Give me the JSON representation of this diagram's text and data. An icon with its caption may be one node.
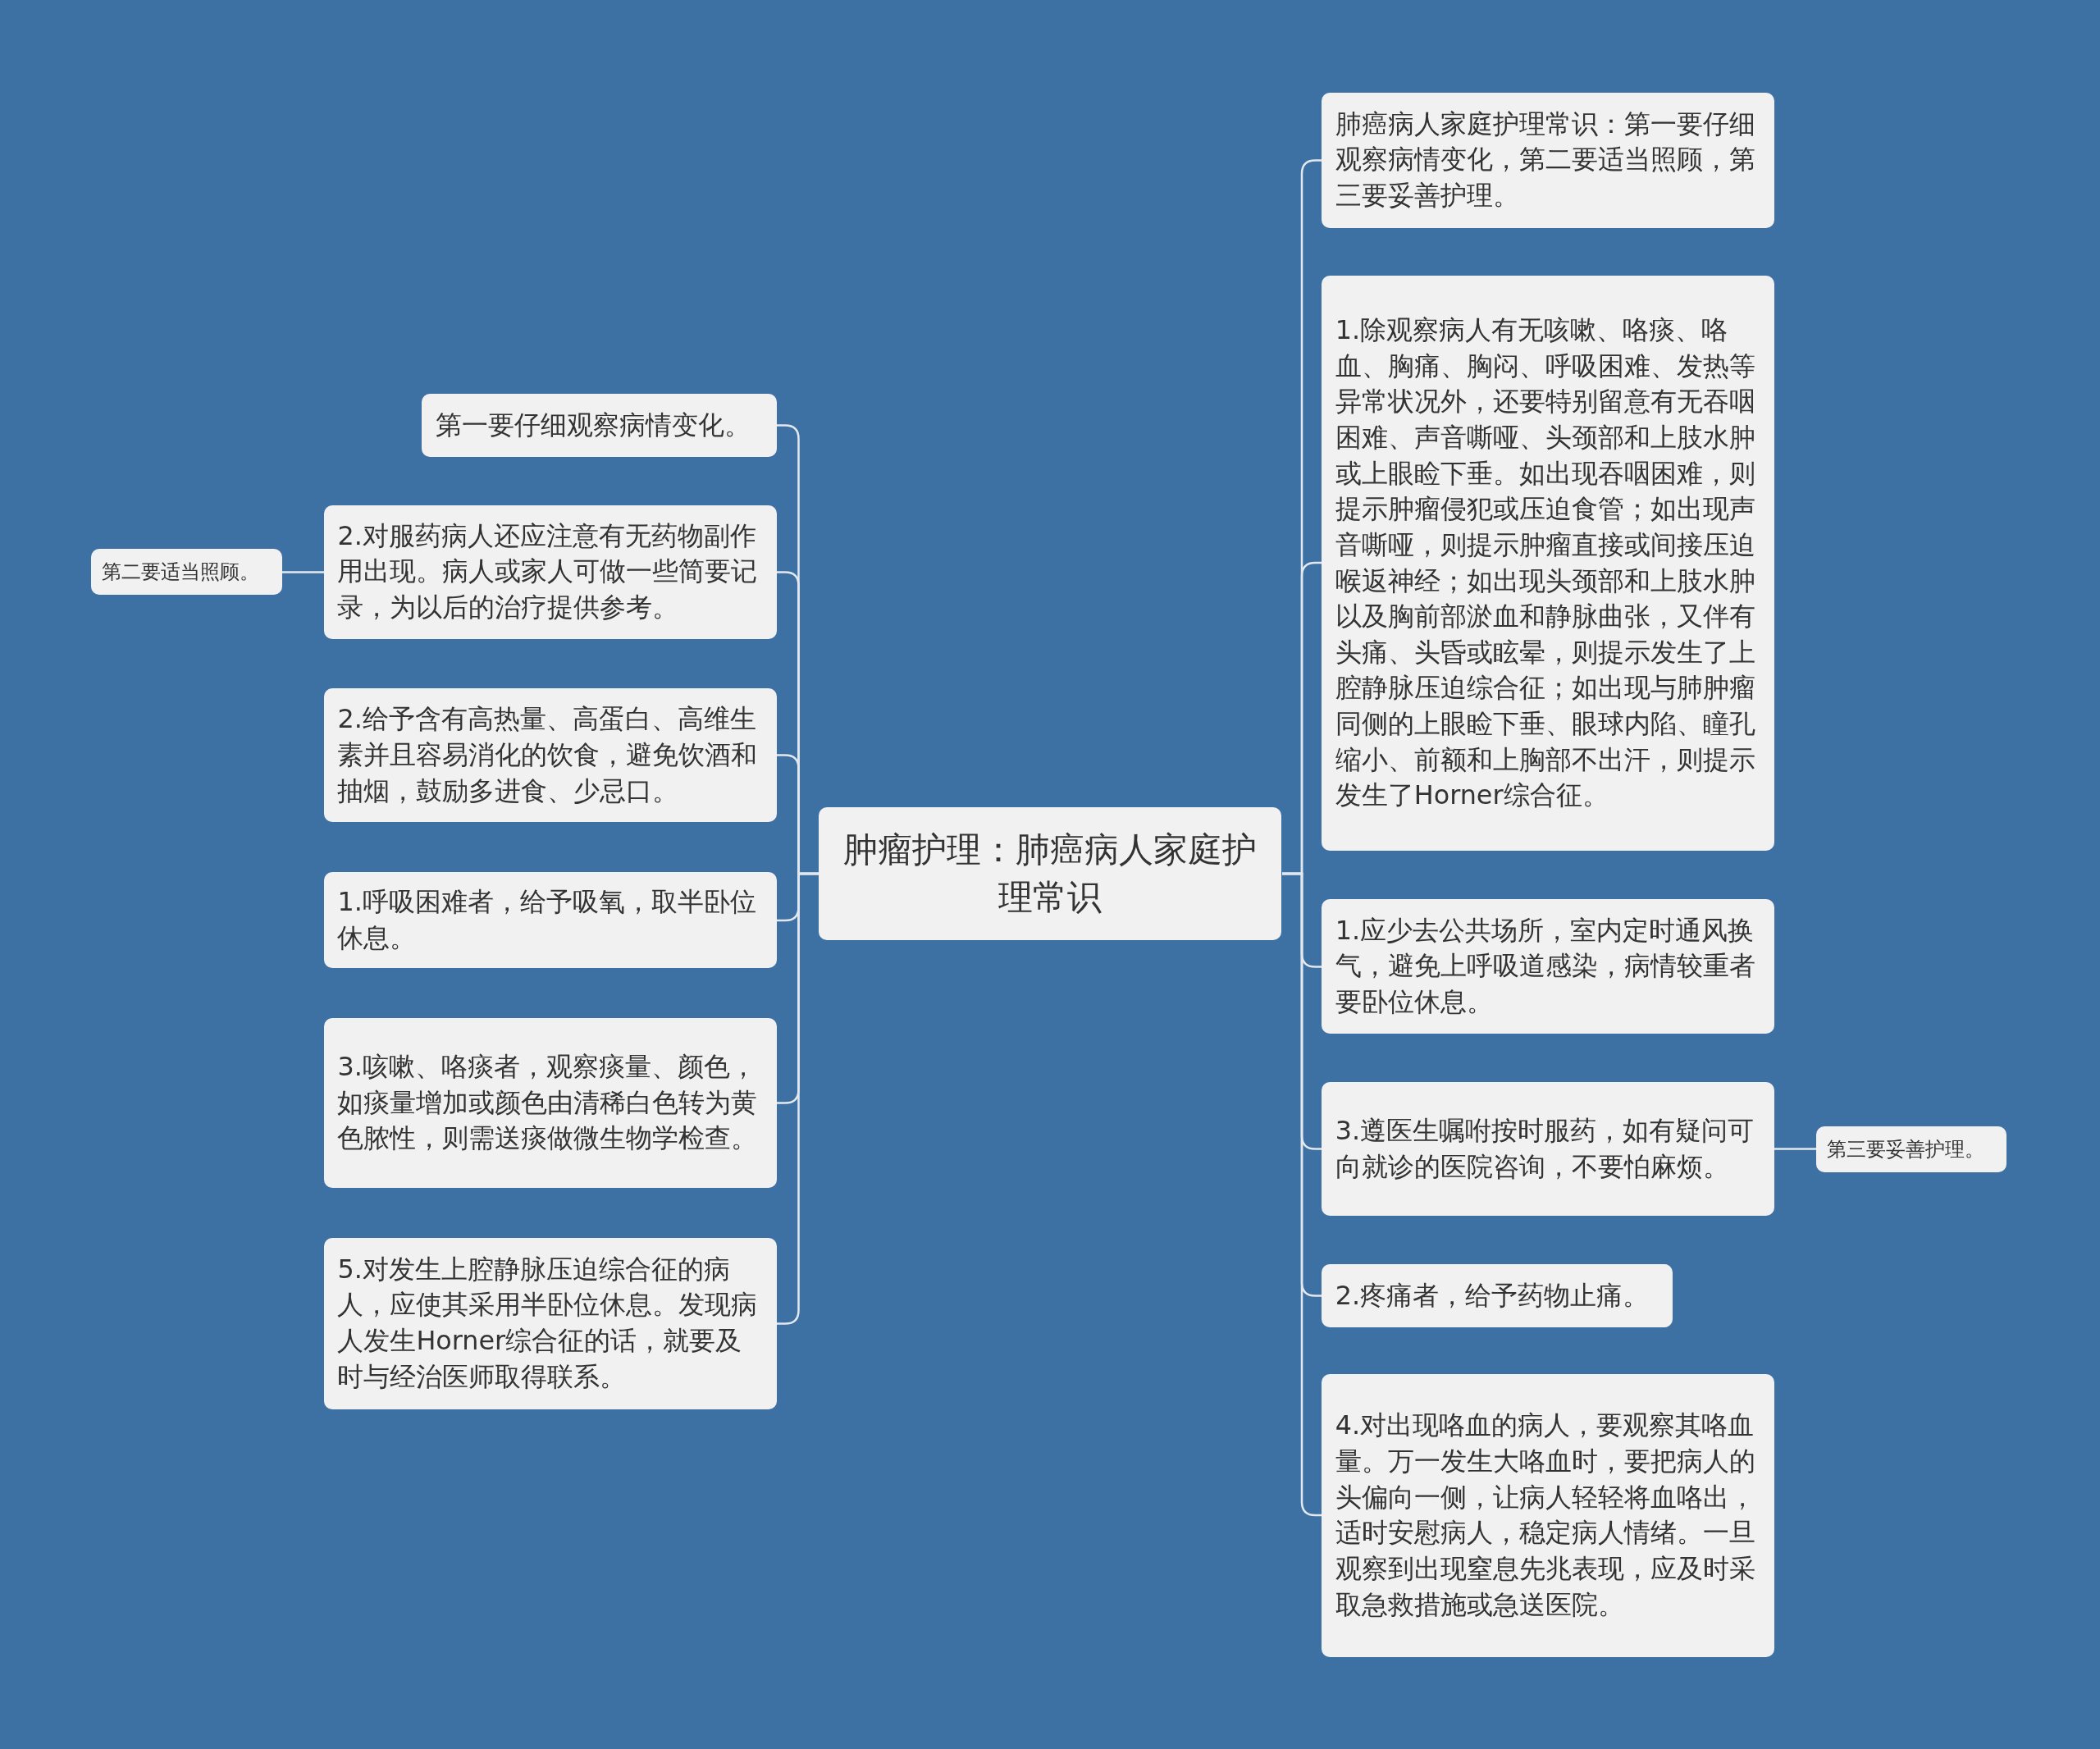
{
  "diagram": {
    "nodes": [
      {
        "text": [
          "肿瘤护理：肺癌病人家庭护理常识"
        ]
      },
      {
        "text": [
          "第一要仔细观察病情变化。"
        ]
      },
      {
        "text": [
          "2.对服药病人还应注意有无药物副作用出现。病人或家人可做一些简要记录，为以后的治疗提供参考。"
        ]
      },
      {
        "text": [
          "第二要适当照顾。"
        ]
      },
      {
        "text": [
          "2.给予含有高热量、高蛋白、高维生素并且容易消化的饮食，避免饮酒和抽烟，鼓励多进食、少忌口。"
        ]
      },
      {
        "text": [
          "1.呼吸困难者，给予吸氧，取半卧位休息。"
        ]
      },
      {
        "text": [
          "3.咳嗽、咯痰者，观察痰量、颜色，如痰量增加或颜色由清稀白色转为黄色脓性，则需送痰做微生物学检查。"
        ]
      },
      {
        "text": [
          "5.对发生上腔静脉压迫综合征的病人，应使其采用半卧位休息。发现病人发生Horner综合征的话，就要及时与经治医师取得联系。"
        ]
      },
      {
        "text": [
          "肺癌病人家庭护理常识：第一要仔细观察病情变化，第二要适当照顾，第三要妥善护理。"
        ]
      },
      {
        "text": [
          "1.除观察病人有无咳嗽、咯痰、咯血、胸痛、胸闷、呼吸困难、发热等异常状况外，还要特别留意有无吞咽困难、声音嘶哑、头颈部和上肢水肿或上眼睑下垂。如出现吞咽困难，则提示肿瘤侵犯或压迫食管；如出现声音嘶哑，则提示肿瘤直接或间接压迫喉返神经；如出现头颈部和上肢水肿以及胸前部淤血和静脉曲张，又伴有头痛、头昏或眩晕，则提示发生了上腔静脉压迫综合征；如出现与肺肿瘤同侧的上眼睑下垂、眼球内陷、瞳孔缩小、前额和上胸部不出汗，则提示发生了Horner综合征。"
        ]
      },
      {
        "text": [
          "1.应少去公共场所，室内定时通风换气，避免上呼吸道感染，病情较重者要卧位休息。"
        ]
      },
      {
        "text": [
          "3.遵医生嘱咐按时服药，如有疑问可向就诊的医院咨询，不要怕麻烦。"
        ]
      },
      {
        "text": [
          "第三要妥善护理。"
        ]
      },
      {
        "text": [
          "2.疼痛者，给予药物止痛。"
        ]
      },
      {
        "text": [
          "4.对出现咯血的病人，要观察其咯血量。万一发生大咯血时，要把病人的头偏向一侧，让病人轻轻将血咯出，适时安慰病人，稳定病人情绪。一旦观察到出现窒息先兆表现，应及时采取急救措施或急送医院。"
        ]
      }
    ],
    "edges": [
      {
        "from": 0,
        "to": 1,
        "arrow": "none"
      },
      {
        "from": 0,
        "to": 2,
        "arrow": "none"
      },
      {
        "from": 2,
        "to": 3,
        "arrow": "none"
      },
      {
        "from": 0,
        "to": 4,
        "arrow": "none"
      },
      {
        "from": 0,
        "to": 5,
        "arrow": "none"
      },
      {
        "from": 0,
        "to": 6,
        "arrow": "none"
      },
      {
        "from": 0,
        "to": 7,
        "arrow": "none"
      },
      {
        "from": 0,
        "to": 8,
        "arrow": "none"
      },
      {
        "from": 0,
        "to": 9,
        "arrow": "none"
      },
      {
        "from": 0,
        "to": 10,
        "arrow": "none"
      },
      {
        "from": 0,
        "to": 11,
        "arrow": "none"
      },
      {
        "from": 11,
        "to": 12,
        "arrow": "none"
      },
      {
        "from": 0,
        "to": 13,
        "arrow": "none"
      },
      {
        "from": 0,
        "to": 14,
        "arrow": "none"
      }
    ]
  }
}
